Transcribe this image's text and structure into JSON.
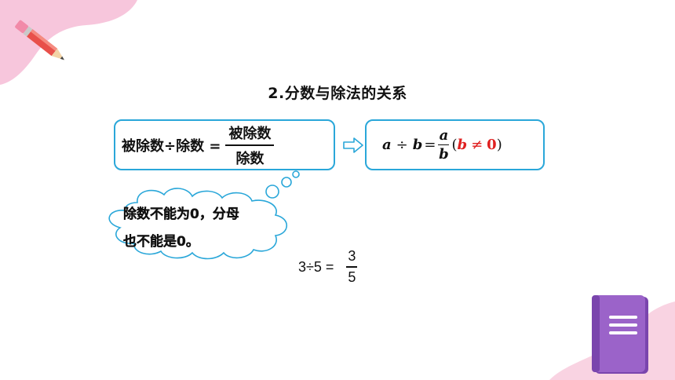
{
  "slide": {
    "title": "2.分数与除法的关系",
    "left_formula": {
      "text": "被除数÷除数 =",
      "numerator": "被除数",
      "denominator": "除数"
    },
    "right_formula": {
      "dividend": "a",
      "operator": "÷",
      "divisor": "b",
      "equals": "=",
      "numerator": "a",
      "denominator": "b",
      "open_paren": "(",
      "condition_var": "b",
      "condition_op": "≠",
      "condition_val": "0",
      "close_paren": ")"
    },
    "cloud": {
      "line1": "除数不能为0，分母",
      "line2": "也不能是0。"
    },
    "example": {
      "text": "3÷5 =",
      "numerator": "3",
      "denominator": "5"
    }
  },
  "colors": {
    "box_border": "#2aa7d9",
    "condition_red": "#e02020",
    "corner_pink": "#f7c6dc",
    "notebook_purple": "#9b63c9"
  },
  "icons": {
    "pencil": "pencil-icon",
    "notebook": "notebook-icon",
    "arrow": "right-arrow-icon"
  }
}
